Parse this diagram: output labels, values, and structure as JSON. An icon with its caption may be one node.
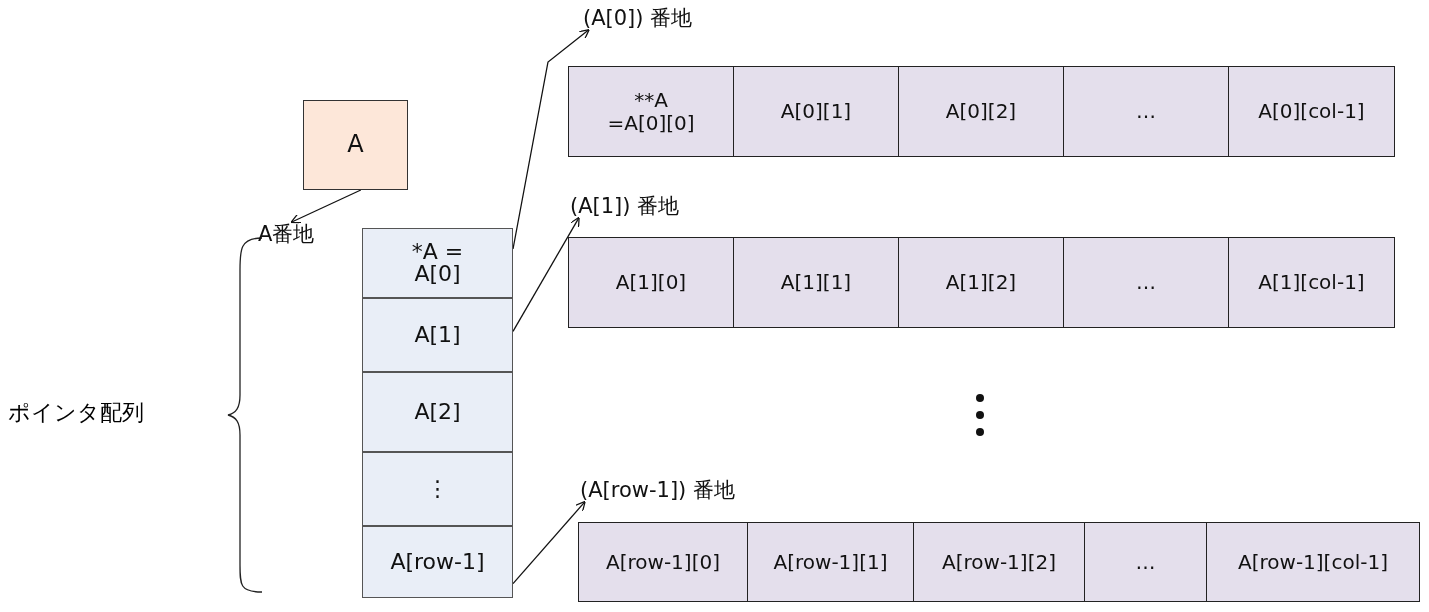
{
  "diagram": {
    "nodes": [
      {
        "text": [
          "A"
        ]
      },
      {
        "text": [
          "A番地"
        ]
      },
      {
        "text": [
          "*A = A[0]"
        ]
      },
      {
        "text": [
          "A[1]"
        ]
      },
      {
        "text": [
          "A[2]"
        ]
      },
      {
        "text": [
          "⋮"
        ]
      },
      {
        "text": [
          "A[row-1]"
        ]
      },
      {
        "text": [
          "(A[0]) 番地"
        ]
      },
      {
        "text": [
          "**A =A[0][0]"
        ]
      },
      {
        "text": [
          "A[0][1]"
        ]
      },
      {
        "text": [
          "A[0][2]"
        ]
      },
      {
        "text": [
          "…"
        ]
      },
      {
        "text": [
          "A[0][col-1]"
        ]
      },
      {
        "text": [
          "(A[1]) 番地"
        ]
      },
      {
        "text": [
          "A[1][0]"
        ]
      },
      {
        "text": [
          "A[1][1]"
        ]
      },
      {
        "text": [
          "A[1][2]"
        ]
      },
      {
        "text": [
          "…"
        ]
      },
      {
        "text": [
          "A[1][col-1]"
        ]
      },
      {
        "text": [
          "(A[row-1]) 番地"
        ]
      },
      {
        "text": [
          "A[row-1][0]"
        ]
      },
      {
        "text": [
          "A[row-1][1]"
        ]
      },
      {
        "text": [
          "A[row-1][2]"
        ]
      },
      {
        "text": [
          "…"
        ]
      },
      {
        "text": [
          "A[row-1][col-1]"
        ]
      }
    ],
    "edges": [
      {
        "from": 0,
        "to": 1,
        "arrow": "to"
      },
      {
        "from": 2,
        "to": 7,
        "arrow": "to"
      },
      {
        "from": 3,
        "to": 13,
        "arrow": "to"
      },
      {
        "from": 6,
        "to": 19,
        "arrow": "to"
      }
    ],
    "labels": [
      "ポインタ配列"
    ]
  }
}
